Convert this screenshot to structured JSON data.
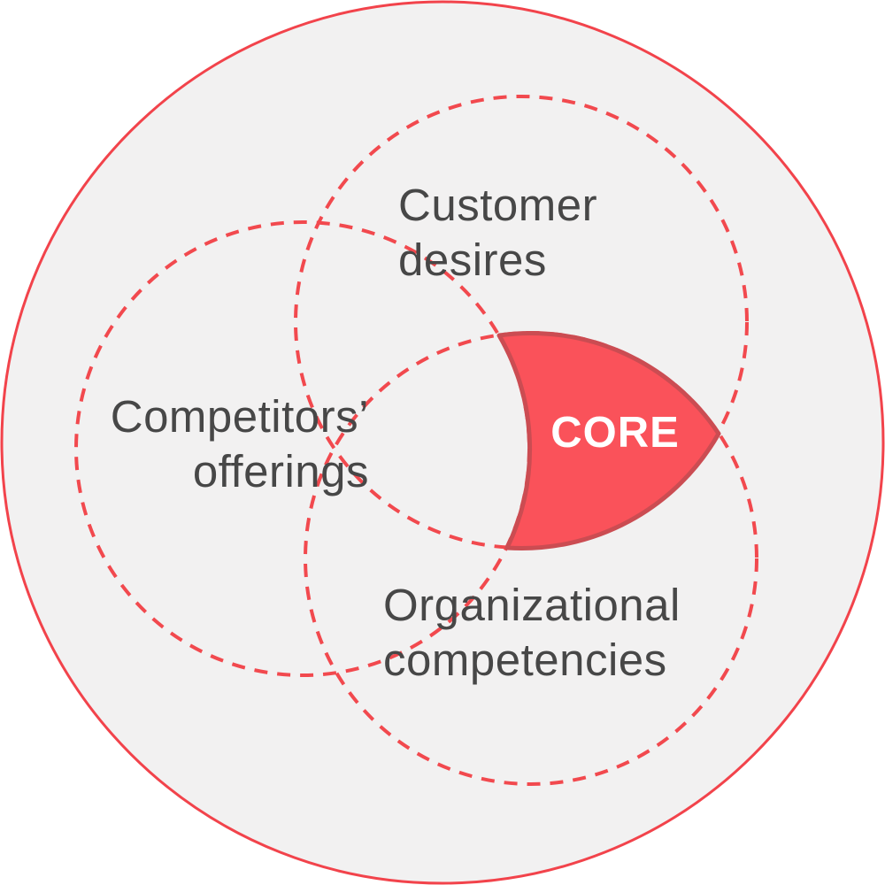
{
  "diagram": {
    "kind": "venn-core-strategy-diagram",
    "colors": {
      "page_background": "#ffffff",
      "canvas_fill": "#f2f1f1",
      "outer_ring_stroke": "#f2434b",
      "dashed_circle_stroke": "#f2494e",
      "label_text": "#474747"
    },
    "labels": {
      "customer_desires": "Customer\ndesires",
      "competitors_offerings": "Competitors’\nofferings",
      "organizational_competencies": "Organizational\ncompetencies"
    },
    "core": {
      "label": "CORE",
      "fill": "#fa525a",
      "stroke": "#cb4c52",
      "text_color": "#ffffff"
    }
  }
}
